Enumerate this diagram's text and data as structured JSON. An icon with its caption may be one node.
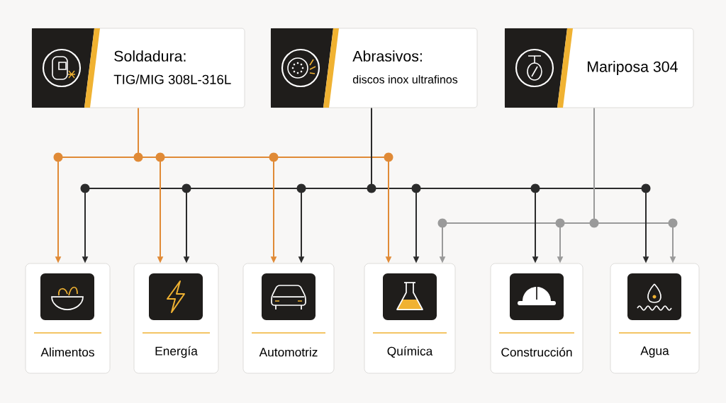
{
  "diagram": {
    "nodes": [
      {
        "text": [
          "Soldadura:",
          "TIG/MIG 308L-316L"
        ]
      },
      {
        "text": [
          "Abrasivos:",
          "discos inox ultrafinos"
        ]
      },
      {
        "text": [
          "Mariposa 304"
        ]
      },
      {
        "text": [
          "Alimentos"
        ]
      },
      {
        "text": [
          "Energía"
        ]
      },
      {
        "text": [
          "Automotriz"
        ]
      },
      {
        "text": [
          "Química"
        ]
      },
      {
        "text": [
          "Construcción"
        ]
      },
      {
        "text": [
          "Agua"
        ]
      }
    ],
    "edges": [
      {
        "from": 0,
        "to": 3,
        "arrow": "to",
        "color": "#e08a36"
      },
      {
        "from": 0,
        "to": 4,
        "arrow": "to",
        "color": "#e08a36"
      },
      {
        "from": 0,
        "to": 5,
        "arrow": "to",
        "color": "#e08a36"
      },
      {
        "from": 0,
        "to": 6,
        "arrow": "to",
        "color": "#e08a36"
      },
      {
        "from": 1,
        "to": 3,
        "arrow": "to"
      },
      {
        "from": 1,
        "to": 4,
        "arrow": "to"
      },
      {
        "from": 1,
        "to": 5,
        "arrow": "to"
      },
      {
        "from": 1,
        "to": 6,
        "arrow": "to"
      },
      {
        "from": 1,
        "to": 7,
        "arrow": "to"
      },
      {
        "from": 1,
        "to": 8,
        "arrow": "to"
      },
      {
        "from": 2,
        "to": 6,
        "arrow": "to",
        "color": "#9a9a9a"
      },
      {
        "from": 2,
        "to": 7,
        "arrow": "to",
        "color": "#9a9a9a"
      },
      {
        "from": 2,
        "to": 8,
        "arrow": "to",
        "color": "#9a9a9a"
      }
    ]
  }
}
